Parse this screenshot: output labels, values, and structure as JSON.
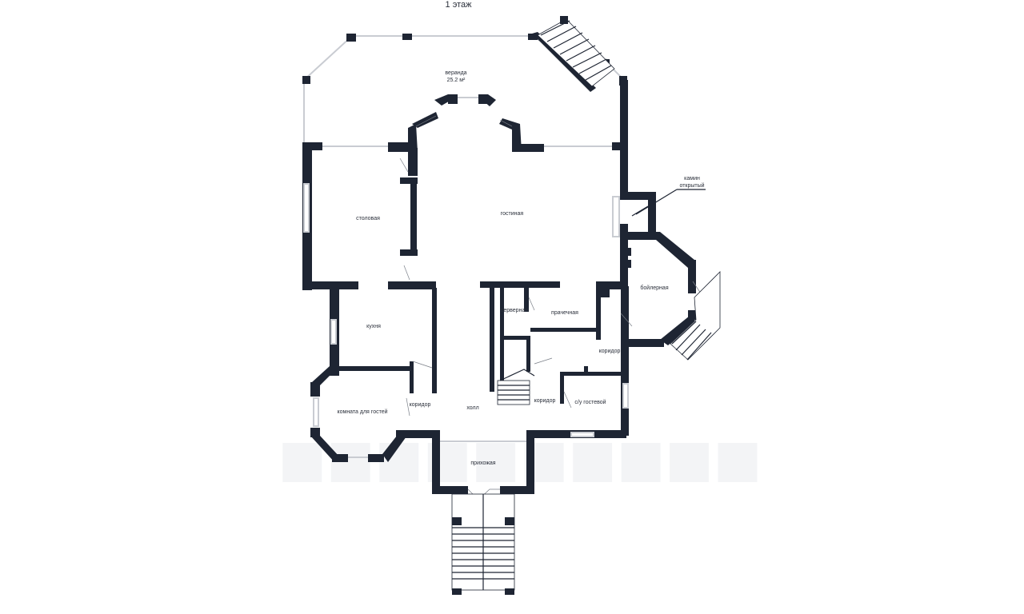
{
  "floor_title": "1 этаж",
  "rooms": {
    "veranda": "веранда",
    "veranda_area": "25.2 м²",
    "dining": "столовая",
    "living": "гостиная",
    "fireplace_line1": "камин",
    "fireplace_line2": "открытый",
    "boiler": "бойлерная",
    "kitchen": "кухня",
    "servery": "серверная",
    "laundry": "прачечная",
    "corridor_right": "коридор",
    "guest_room": "комната для гостей",
    "corridor_left": "коридор",
    "hall": "холл",
    "corridor_mid": "коридор",
    "guest_wc": "с/у гостевой",
    "entrance": "прихожая"
  },
  "colors": {
    "wall": "#1e2533",
    "window": "#c9ccd2",
    "background": "#ffffff"
  }
}
